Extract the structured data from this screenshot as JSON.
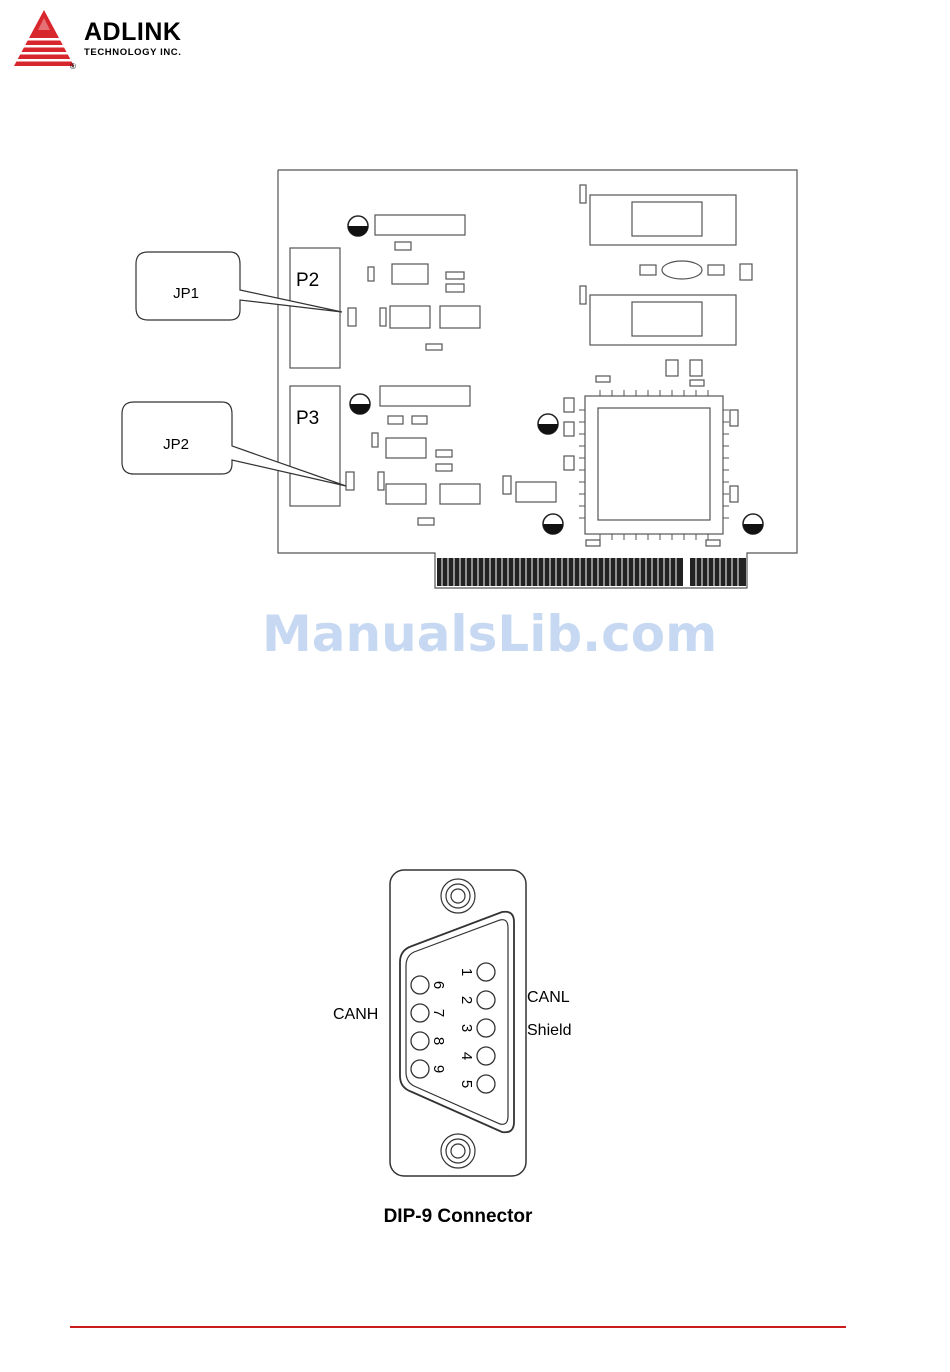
{
  "header": {
    "brand_name": "ADLINK",
    "brand_tagline": "TECHNOLOGY INC.",
    "registered_mark": "®",
    "logo_color": "#d8262d"
  },
  "board_figure": {
    "callouts": [
      "JP1",
      "JP2"
    ],
    "headers": [
      "P2",
      "P3"
    ]
  },
  "watermark": {
    "text": "ManualsLib.com",
    "color": "#c7d9f2"
  },
  "connector_figure": {
    "left_label": "CANH",
    "right_labels": [
      "CANL",
      "Shield"
    ],
    "top_row_pins": [
      "1",
      "2",
      "3",
      "4",
      "5"
    ],
    "bottom_row_pins": [
      "6",
      "7",
      "8",
      "9"
    ],
    "caption": "DIP-9 Connector"
  },
  "footer": {
    "rule_color": "#cc1b1b"
  }
}
